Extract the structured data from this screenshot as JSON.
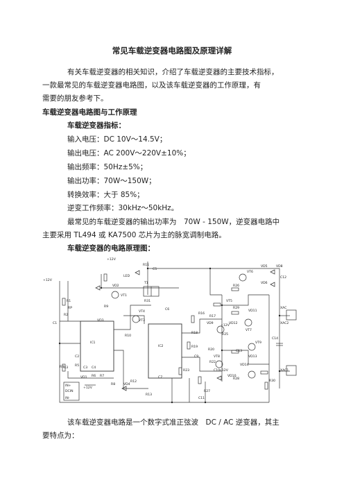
{
  "title": "常见车载逆变器电路图及原理详解",
  "intro": [
    "有关车载逆变器的相关知识，介绍了车载逆变器的主要技术指标，",
    "一款最常见的车载逆变器电路图，以及该车载逆变器的工作原理，有",
    "需要的朋友参考下。"
  ],
  "section_heading": "车载逆变器电路图与工作原理",
  "spec_heading": "车载逆变器指标：",
  "specs": [
    "输入电压：DC 10V～14.5V；",
    "输出电压：AC 200V～220V±10%；",
    "输出频率：50Hz±5%；",
    "输出功率：70W～150W；",
    "转换效率：大于 85%；",
    "逆变工作频率：30kHz～50kHz。"
  ],
  "power_text": [
    "最常见的车载逆变器的输出功率为　70W - 150W，逆变器电路中",
    "主要采用 TL494 或 KA7500 芯片为主的脉宽调制电路。"
  ],
  "diagram_heading": "车载逆变器的电路原理图：",
  "circuit_labels": {
    "v12a": "+12V",
    "v12b": "+12V",
    "v12c": "+12V",
    "v12d": "+12V",
    "v12e": "+12V",
    "r11": "R11",
    "c5": "C5",
    "vd5": "VD5",
    "vd8": "VD8",
    "c12": "C12",
    "vd6": "VD6",
    "led": "LED",
    "vd2": "VD2",
    "vt1": "VT1",
    "t1": "T1",
    "r31": "R31",
    "r1": "R1",
    "r2": "R2",
    "rp": "RP",
    "r3": "R3",
    "c1": "C1",
    "c2": "C2",
    "c3": "C3",
    "c4": "C4",
    "r4": "R4",
    "r5": "R5",
    "r9": "R9",
    "r10": "R10",
    "ic1": "IC1",
    "ic2": "IC2",
    "vd1": "VD1",
    "vd3": "VD3",
    "vd4": "VD4",
    "r6": "R6",
    "r7": "R7",
    "r8": "R8",
    "r12": "R12",
    "r13": "R13",
    "vt3": "VT3",
    "vt4": "VT4",
    "c6": "C6",
    "r16": "R16",
    "r17": "R17",
    "r18": "R18",
    "r19": "R19",
    "r20": "R20",
    "r22": "R22",
    "r23": "R23",
    "r25": "R25",
    "r26": "R26",
    "r27": "R27",
    "r28": "R28",
    "r29": "R29",
    "r30": "R30",
    "vt5": "VT5",
    "vt6": "VT6",
    "vt7": "VT7",
    "vt8": "VT8",
    "vt9": "VT9",
    "vd9": "VD9",
    "vd10": "VD10",
    "vd11": "VD11",
    "vd12": "VD12",
    "vd13": "VD13",
    "vd14": "VD14",
    "c7": "C7",
    "c9": "C9",
    "c10": "C10",
    "c11": "C11",
    "c13": "C13",
    "c14": "C14",
    "xac": "XAC",
    "xac2": "XAC2",
    "xac1": "XAC1",
    "in": "IN+",
    "dcin": "DCIN",
    "inm": "IN-"
  },
  "footer": [
    "该车载逆变器电路是一个数字式准正弦波　DC / AC  逆变器，其主",
    "要特点为："
  ]
}
